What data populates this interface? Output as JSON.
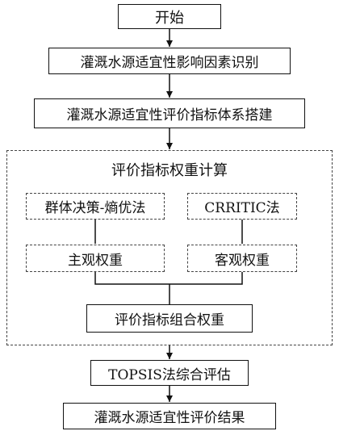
{
  "flowchart": {
    "start": "开始",
    "step1": "灌溉水源适宜性影响因素识别",
    "step2": "灌溉水源适宜性评价指标体系搭建",
    "group_title": "评价指标权重计算",
    "method_left": "群体决策-熵优法",
    "method_right": "CRRITIC法",
    "weight_left": "主观权重",
    "weight_right": "客观权重",
    "combined": "评价指标组合权重",
    "step3": "TOPSIS法综合评估",
    "result": "灌溉水源适宜性评价结果"
  }
}
